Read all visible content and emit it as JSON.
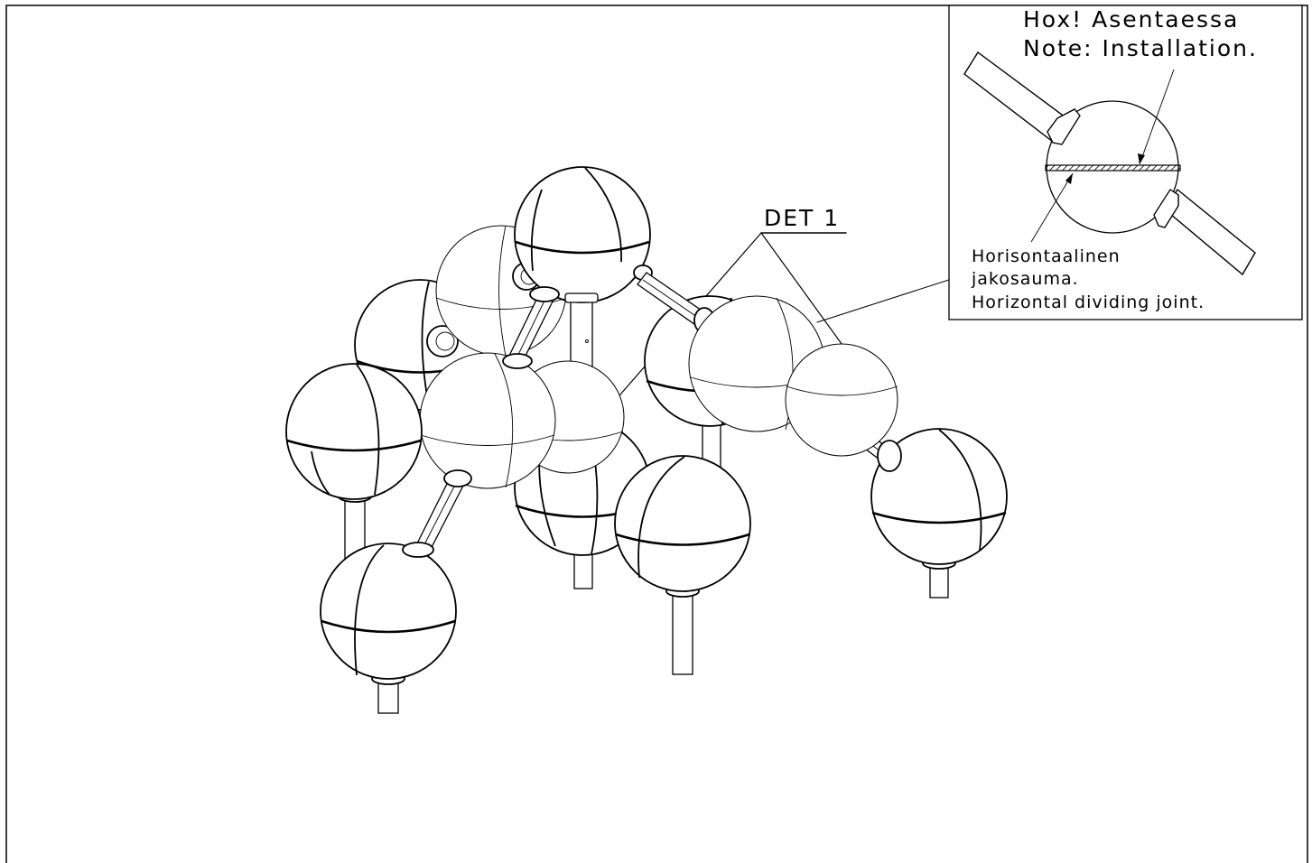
{
  "detail_label": "DET 1",
  "note": {
    "line1": "Hox! Asentaessa",
    "line2": "Note: Installation.",
    "line3": "Horisontaalinen",
    "line4": "jakosauma.",
    "line5": "Horizontal dividing joint."
  }
}
